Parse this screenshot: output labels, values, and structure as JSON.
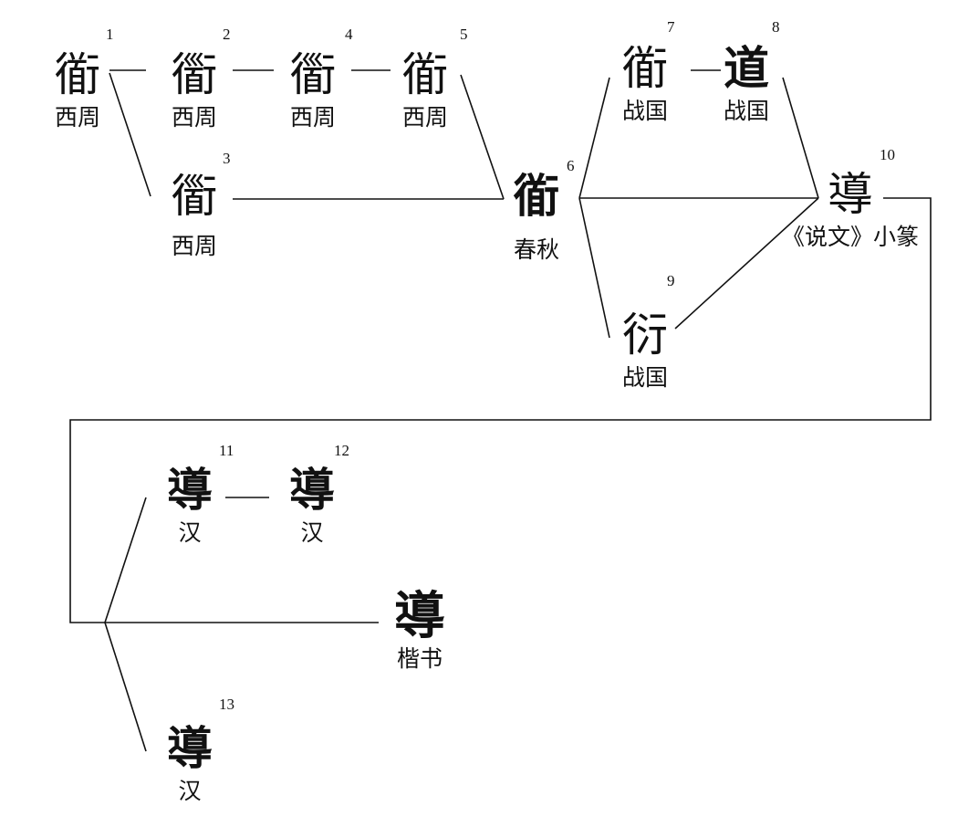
{
  "title": "導字演变",
  "nodes": [
    {
      "id": "1",
      "glyph": "衜",
      "label": "西周"
    },
    {
      "id": "2",
      "glyph": "衟",
      "label": "西周"
    },
    {
      "id": "3",
      "glyph": "衟",
      "label": "西周"
    },
    {
      "id": "4",
      "glyph": "衟",
      "label": "西周"
    },
    {
      "id": "5",
      "glyph": "衜",
      "label": "西周"
    },
    {
      "id": "6",
      "glyph": "衜",
      "label": "春秋"
    },
    {
      "id": "7",
      "glyph": "衜",
      "label": "战国"
    },
    {
      "id": "8",
      "glyph": "道",
      "label": "战国"
    },
    {
      "id": "9",
      "glyph": "衍",
      "label": "战国"
    },
    {
      "id": "10",
      "glyph": "導",
      "label": "《说文》小篆"
    },
    {
      "id": "11",
      "glyph": "導",
      "label": "汉"
    },
    {
      "id": "12",
      "glyph": "導",
      "label": "汉"
    },
    {
      "id": "13",
      "glyph": "導",
      "label": "汉"
    },
    {
      "id": "",
      "glyph": "導",
      "label": "楷书"
    }
  ],
  "colors": {
    "line": "#111111",
    "background": "#ffffff"
  }
}
